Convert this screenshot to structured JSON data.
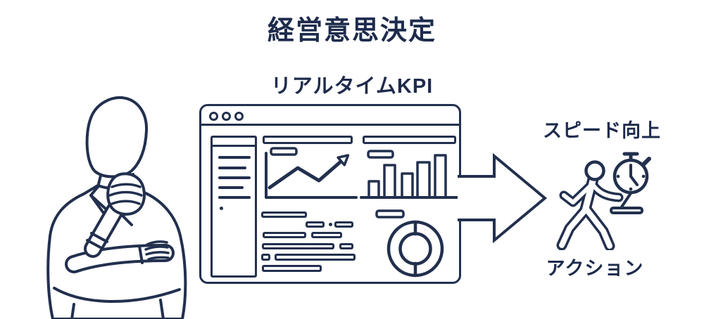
{
  "title": "経営意思決定",
  "colors": {
    "ink": "#22304e",
    "text": "#1d2b4c",
    "background": "#ffffff"
  },
  "left_figure": {
    "icon": "thinking-businessman"
  },
  "kpi_window": {
    "label": "リアルタイムKPI",
    "window_control_dots": 3,
    "sidebar_menu_lines": 5,
    "panels": [
      "line-chart",
      "bar-chart",
      "text-block",
      "donut-chart"
    ]
  },
  "arrow": {
    "direction": "right"
  },
  "outcome": {
    "speed_label": "スピード向上",
    "action_label": "アクション",
    "icons": [
      "running-person",
      "stopwatch",
      "laptop"
    ]
  }
}
